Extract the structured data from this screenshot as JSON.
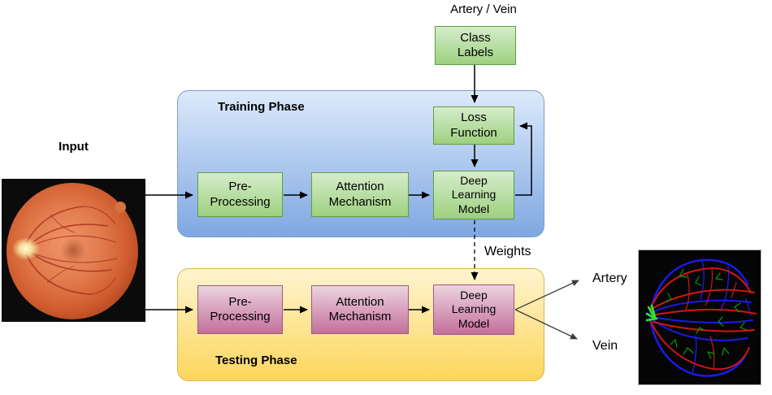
{
  "labels": {
    "artery_vein_top": "Artery / Vein",
    "training_phase": "Training Phase",
    "testing_phase": "Testing Phase",
    "input": "Input",
    "weights": "Weights",
    "artery": "Artery",
    "vein": "Vein"
  },
  "boxes": {
    "class_labels": "Class\nLabels",
    "loss_function": "Loss\nFunction",
    "training": {
      "pre_processing": "Pre-\nProcessing",
      "attention": "Attention\nMechanism",
      "dl_model": "Deep\nLearning\nModel"
    },
    "testing": {
      "pre_processing": "Pre-\nProcessing",
      "attention": "Attention\nMechanism",
      "dl_model": "Deep\nLearning\nModel"
    }
  },
  "images": {
    "input_description": "retinal fundus photograph",
    "output_description": "artery/vein vessel segmentation map"
  },
  "colors": {
    "green_box_top": "#d5edcb",
    "green_box_bottom": "#9ed07f",
    "green_border": "#5f9e3f",
    "blue_top": "#dceafb",
    "blue_bottom": "#7fa7e1",
    "blue_border": "#7e9ec9",
    "yellow_top": "#fff4d0",
    "yellow_bottom": "#fcd65c",
    "yellow_border": "#d7b64e",
    "pink_top": "#ecd4df",
    "pink_bottom": "#c46f9b",
    "pink_border": "#a3567f",
    "artery_color": "#d41414",
    "vein_color": "#1a1ae6",
    "capillary_color": "#0c9a0c"
  }
}
